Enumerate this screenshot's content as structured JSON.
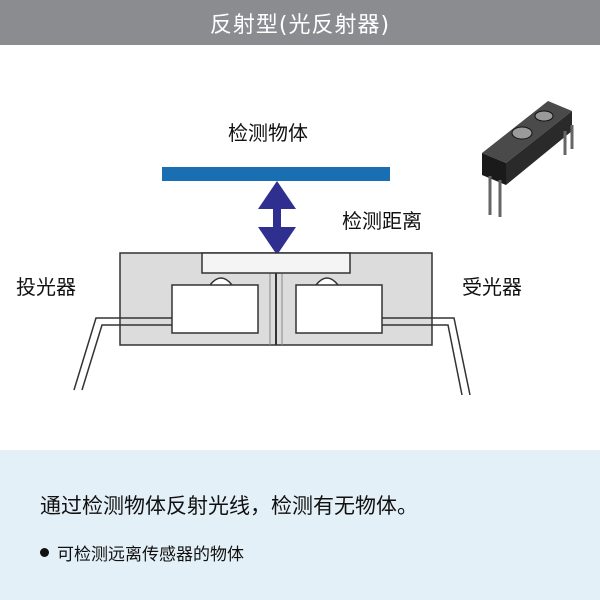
{
  "header": {
    "title": "反射型(光反射器)"
  },
  "diagram": {
    "object_label": "检测物体",
    "distance_label": "检测距离",
    "emitter_label": "投光器",
    "receiver_label": "受光器",
    "colors": {
      "object_bar": "#1a6fb3",
      "arrow": "#2e2f8f",
      "housing": "#dcdcdc"
    }
  },
  "info": {
    "line1": "通过检测物体反射光线，检测有无物体。",
    "bullet": "可检测远离传感器的物体"
  }
}
